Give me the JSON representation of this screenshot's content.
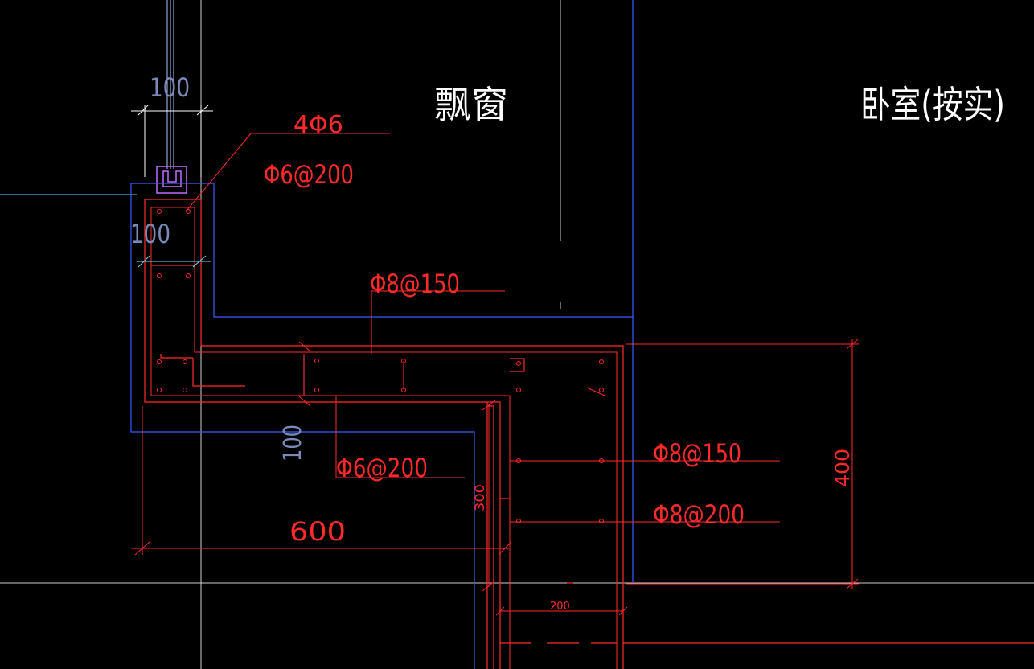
{
  "room_labels": {
    "bay_window": "飘窗",
    "bedroom": "卧室(按实)"
  },
  "annotations": {
    "top_bars": "4Φ6",
    "stirrup_top": "Φ6@200",
    "slab_top_bar": "Φ8@150",
    "bottom_stirrup": "Φ6@200",
    "beam_bar_1": "Φ8@150",
    "beam_bar_2": "Φ8@200"
  },
  "dimensions": {
    "dim_top_width": "100",
    "dim_top_height": "100",
    "dim_slab_thickness": "100",
    "dim_span": "600",
    "dim_drop": "300",
    "dim_beam_width": "200",
    "dim_height_400": "400"
  },
  "colors": {
    "background": "#000000",
    "rebar": "#ff2a2a",
    "outline_blue": "#3a5dff",
    "grid_light": "#d8d8d8",
    "window_purple": "#c06cff",
    "dim_gray_blue": "#7a8ab8"
  }
}
